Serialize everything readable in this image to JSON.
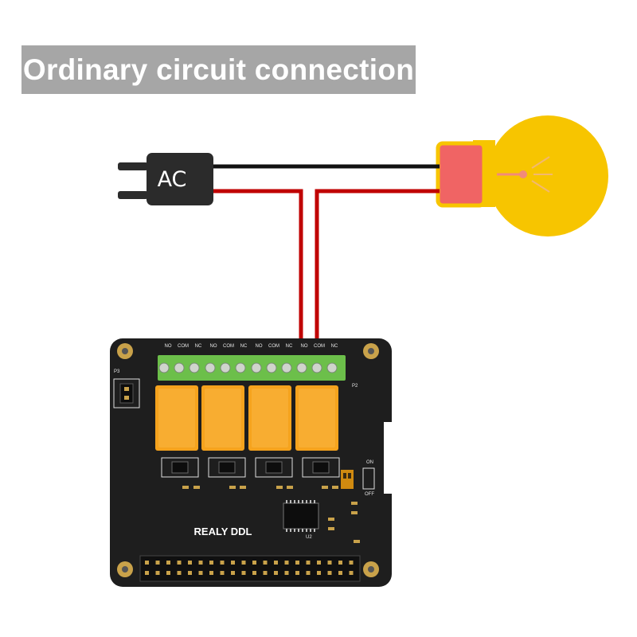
{
  "title": "Ordinary circuit connection",
  "ac_plug": {
    "label": "AC"
  },
  "board": {
    "name": "REALY DDL",
    "terminal_labels": [
      "NO",
      "COM",
      "NC",
      "NO",
      "COM",
      "NC",
      "NO",
      "COM",
      "NC",
      "NO",
      "COM",
      "NC"
    ],
    "connector_p2": "P2",
    "connector_p3": "P3",
    "chip_label": "U2",
    "switch_on": "ON",
    "switch_off": "OFF"
  },
  "colors": {
    "banner": "#a6a6a6",
    "plug": "#2b2b2b",
    "wire_black": "#111111",
    "wire_red": "#c00000",
    "bulb": "#f7c500",
    "bulb_base": "#f06464",
    "pcb": "#1e1e1e",
    "terminal": "#6cbf4a",
    "relay": "#f6a31d"
  }
}
